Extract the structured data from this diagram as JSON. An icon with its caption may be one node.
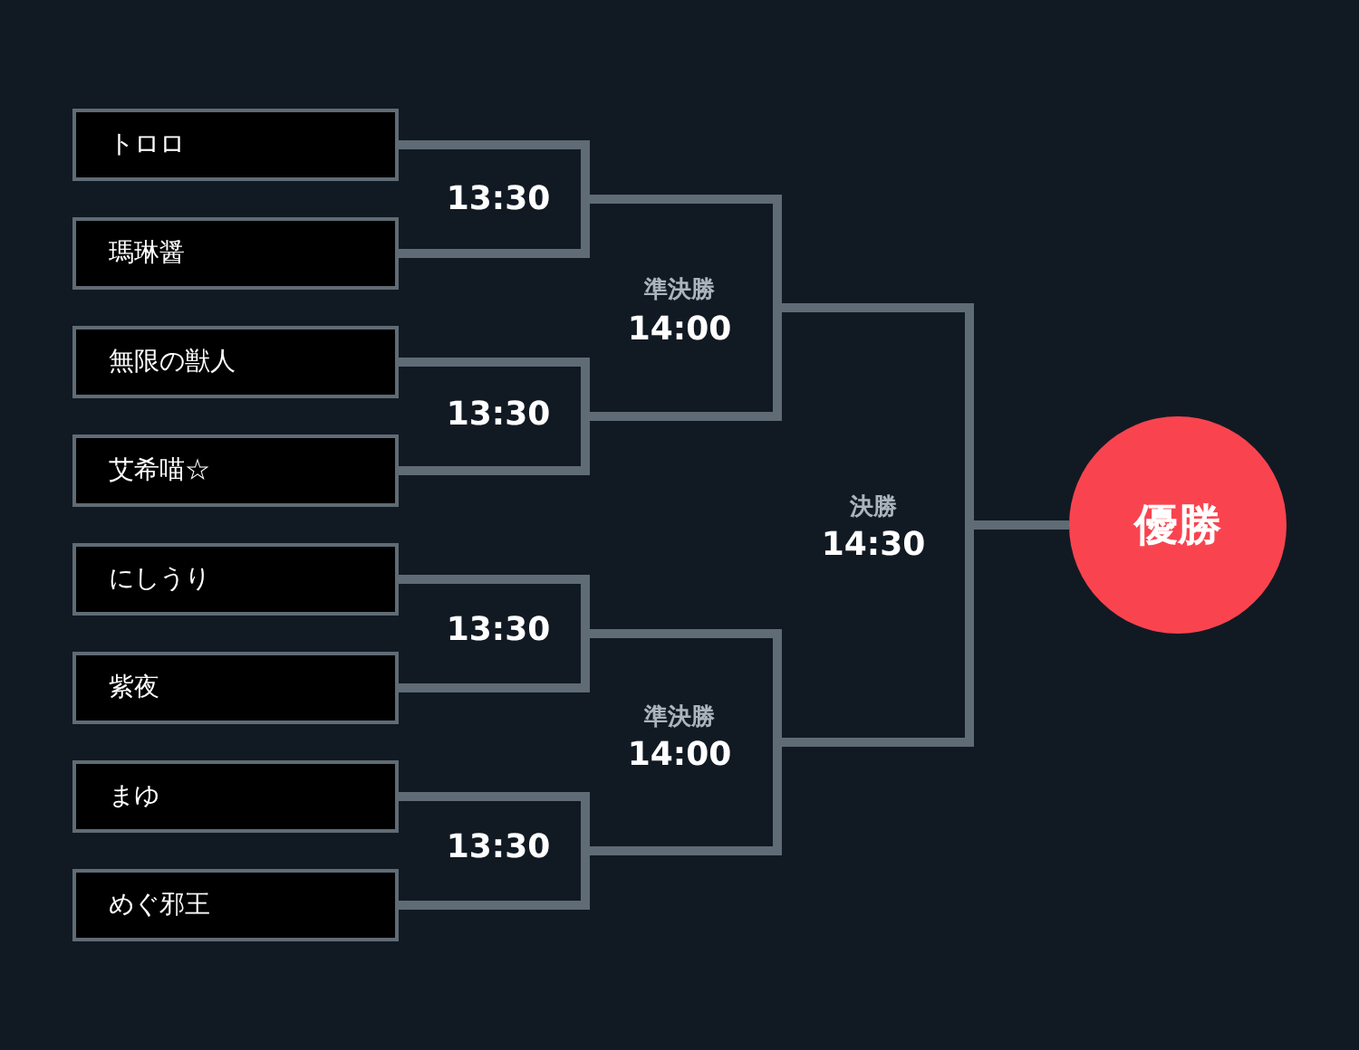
{
  "diagram": {
    "nodes": [
      {
        "text": [
          "トロロ"
        ]
      },
      {
        "text": [
          "瑪琳醤"
        ]
      },
      {
        "text": [
          "無限の獣人"
        ]
      },
      {
        "text": [
          "艾希喵☆"
        ]
      },
      {
        "text": [
          "にしうり"
        ]
      },
      {
        "text": [
          "紫夜"
        ]
      },
      {
        "text": [
          "まゆ"
        ]
      },
      {
        "text": [
          "めぐ邪王"
        ]
      },
      {
        "text": [
          "優勝"
        ]
      }
    ],
    "edges": [
      {
        "from": 0,
        "to": 8,
        "arrow": "none"
      },
      {
        "from": 1,
        "to": 8,
        "arrow": "none"
      },
      {
        "from": 2,
        "to": 8,
        "arrow": "none"
      },
      {
        "from": 3,
        "to": 8,
        "arrow": "none"
      },
      {
        "from": 4,
        "to": 8,
        "arrow": "none"
      },
      {
        "from": 5,
        "to": 8,
        "arrow": "none"
      },
      {
        "from": 6,
        "to": 8,
        "arrow": "none"
      },
      {
        "from": 7,
        "to": 8,
        "arrow": "none"
      }
    ],
    "labels": [
      "13:30",
      "準決勝",
      "14:00",
      "13:30",
      "決勝",
      "14:30",
      "13:30",
      "準決勝",
      "14:00",
      "13:30"
    ]
  }
}
